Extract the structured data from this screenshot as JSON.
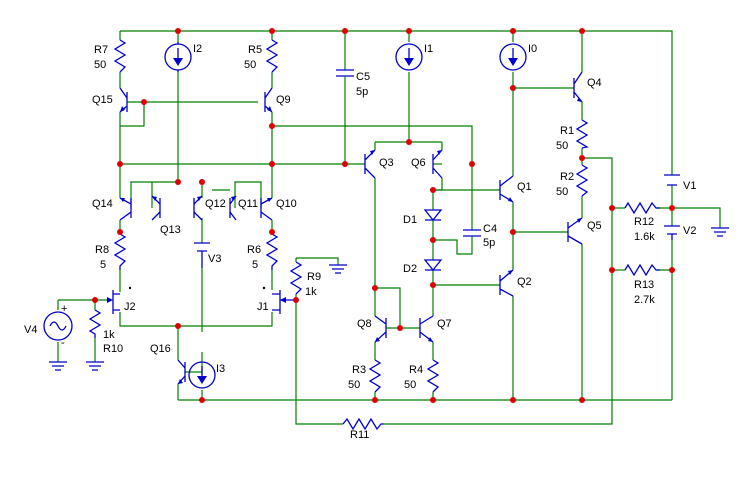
{
  "schematic": {
    "resistors": [
      {
        "ref": "R7",
        "value": "50"
      },
      {
        "ref": "R5",
        "value": "50"
      },
      {
        "ref": "R8",
        "value": "5"
      },
      {
        "ref": "R6",
        "value": "5"
      },
      {
        "ref": "R9",
        "value": "1k"
      },
      {
        "ref": "R10",
        "value": "1k"
      },
      {
        "ref": "R3",
        "value": "50"
      },
      {
        "ref": "R4",
        "value": "50"
      },
      {
        "ref": "R1",
        "value": "50"
      },
      {
        "ref": "R2",
        "value": "50"
      },
      {
        "ref": "R12",
        "value": "1.6k"
      },
      {
        "ref": "R13",
        "value": "2.7k"
      },
      {
        "ref": "R11",
        "value": ""
      }
    ],
    "capacitors": [
      {
        "ref": "C5",
        "value": "5p"
      },
      {
        "ref": "C4",
        "value": "5p"
      }
    ],
    "transistors": [
      "Q15",
      "Q9",
      "Q14",
      "Q13",
      "Q12",
      "Q11",
      "Q10",
      "Q16",
      "Q3",
      "Q6",
      "Q1",
      "Q2",
      "Q8",
      "Q7",
      "Q4",
      "Q5"
    ],
    "jfets": [
      "J2",
      "J1"
    ],
    "diodes": [
      "D1",
      "D2"
    ],
    "current_sources": [
      "I2",
      "I1",
      "I0",
      "I3"
    ],
    "sources": [
      "V1",
      "V2",
      "V3",
      "V4"
    ],
    "polarity": {
      "plus": "+",
      "minus": "-"
    }
  }
}
